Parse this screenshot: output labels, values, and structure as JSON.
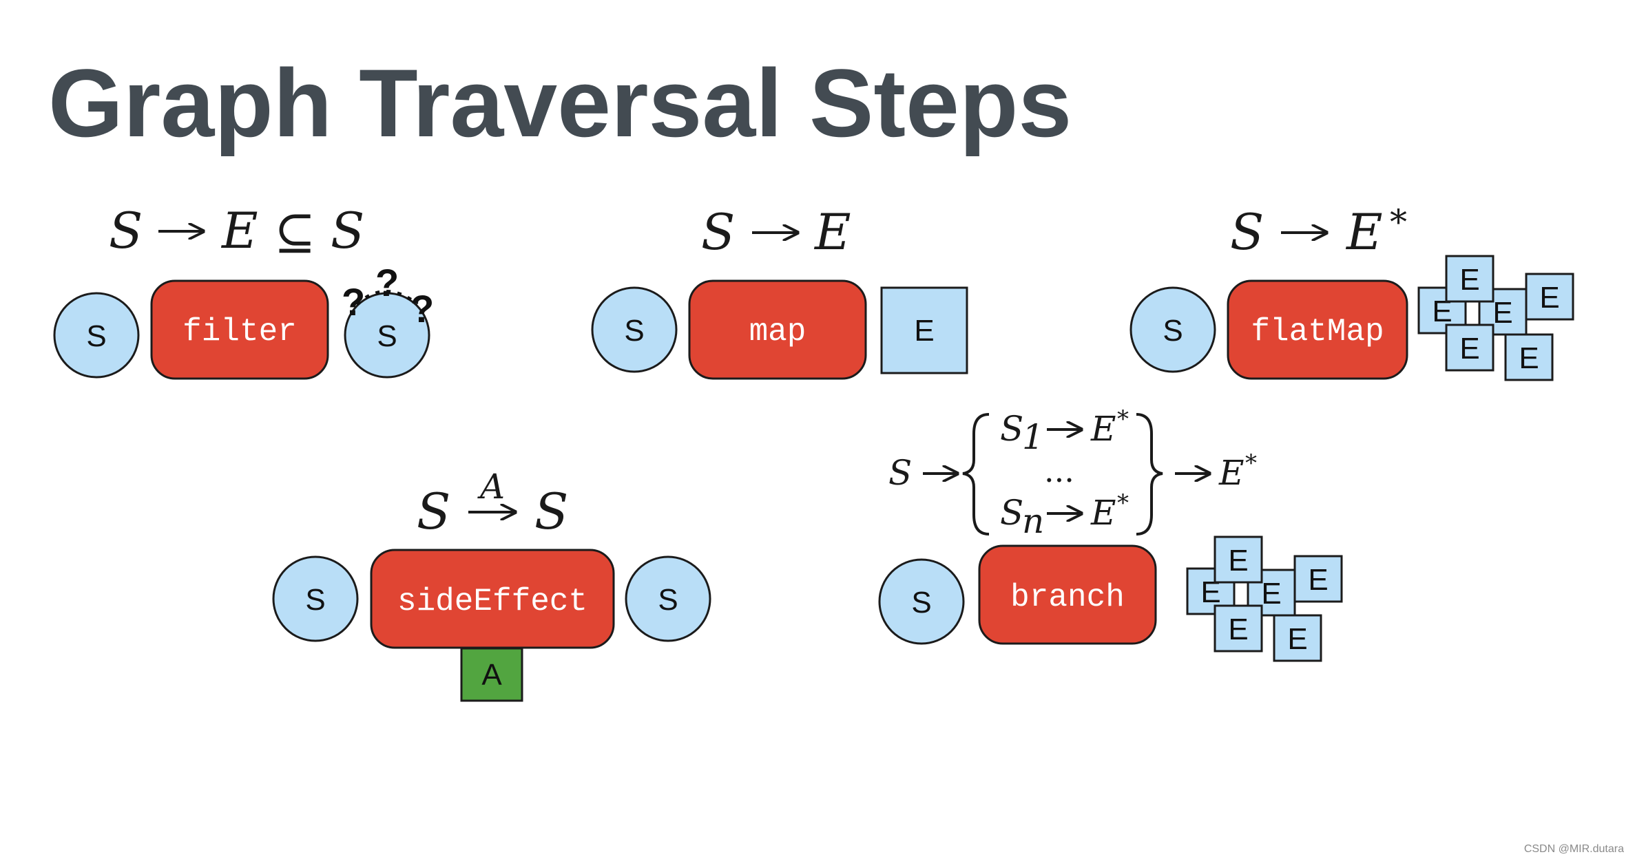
{
  "title": "Graph Traversal Steps",
  "watermark": "CSDN @MIR.dutara",
  "colors": {
    "title": "#434b52",
    "node_fill": "#b9def7",
    "step_fill": "#e04533",
    "side_effect_fill": "#52a540",
    "outline": "#1b1b1b"
  },
  "steps": {
    "filter": {
      "formula": {
        "s": "S",
        "e": "E",
        "subset": "⊆",
        "s2": "S"
      },
      "input": "S",
      "label": "filter",
      "output": "S",
      "question_marks": "?"
    },
    "map": {
      "formula": {
        "s": "S",
        "e": "E"
      },
      "input": "S",
      "label": "map",
      "output": "E"
    },
    "flatMap": {
      "formula": {
        "s": "S",
        "e": "E",
        "star": "*"
      },
      "input": "S",
      "label": "flatMap",
      "output_boxes": [
        "E",
        "E",
        "E",
        "E",
        "E",
        "E"
      ]
    },
    "sideEffect": {
      "formula": {
        "s": "S",
        "a": "A",
        "s2": "S"
      },
      "input": "S",
      "label": "sideEffect",
      "output": "S",
      "side_effect": "A"
    },
    "branch": {
      "formula": {
        "s": "S",
        "row1_s": "S",
        "row1_sub": "1",
        "row1_e": "E",
        "row1_star": "*",
        "dots": "...",
        "rowN_s": "S",
        "rowN_sub": "n",
        "rowN_e": "E",
        "rowN_star": "*",
        "result_e": "E",
        "result_star": "*"
      },
      "input": "S",
      "label": "branch",
      "output_boxes": [
        "E",
        "E",
        "E",
        "E",
        "E",
        "E"
      ]
    }
  }
}
